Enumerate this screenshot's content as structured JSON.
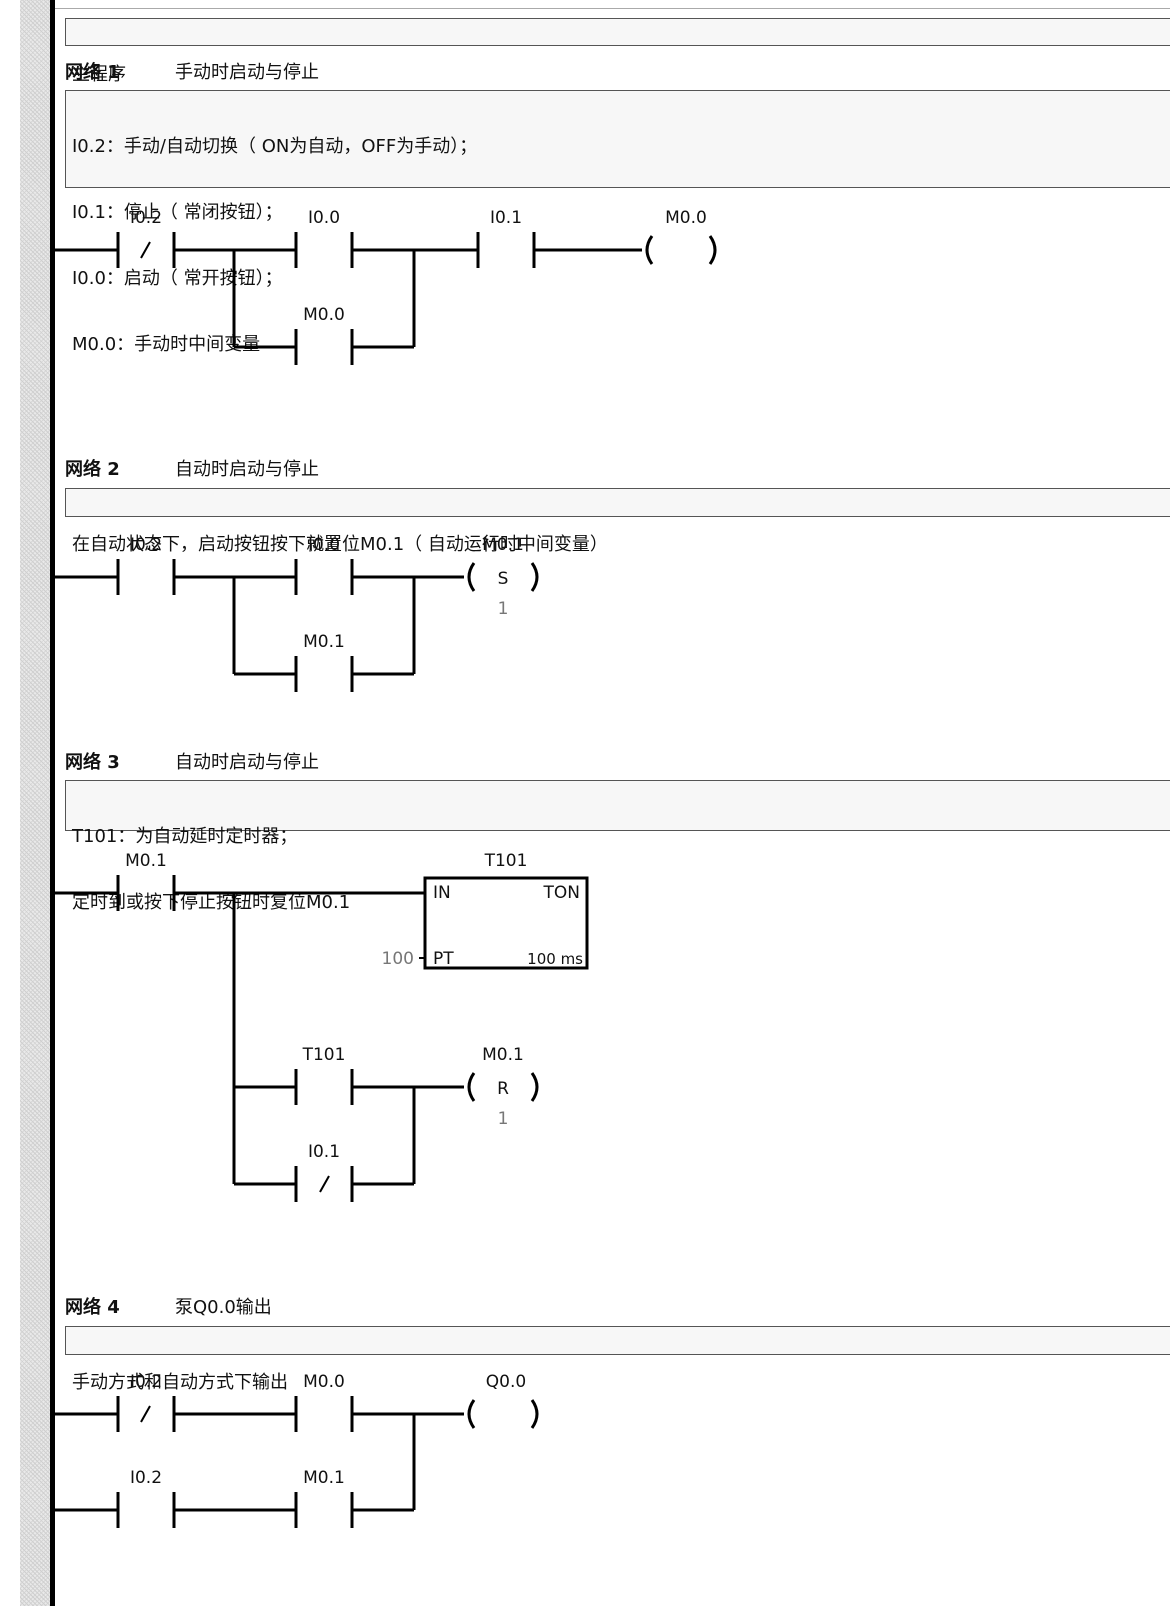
{
  "program_title": "主程序",
  "networks": [
    {
      "number_label": "网络 1",
      "title": "手动时启动与停止",
      "comment_lines": [
        "I0.2：手动/自动切换（ ON为自动，OFF为手动）；",
        "I0.1：停止（ 常闭按钮）；",
        "I0.0：启动（ 常开按钮）；",
        "M0.0：手动时中间变量"
      ],
      "elements": {
        "c1": "I0.2",
        "c2": "I0.0",
        "c3": "I0.1",
        "c4": "M0.0",
        "coil": "M0.0"
      }
    },
    {
      "number_label": "网络 2",
      "title": "自动时启动与停止",
      "comment_lines": [
        "在自动状态下，启动按钮按下就置位M0.1（ 自动运行时中间变量）"
      ],
      "elements": {
        "c1": "I0.2",
        "c2": "I0.0",
        "c3": "M0.1",
        "coil": "M0.1",
        "coil_type": "S",
        "coil_count": "1"
      }
    },
    {
      "number_label": "网络 3",
      "title": "自动时启动与停止",
      "comment_lines": [
        "T101：为自动延时定时器；",
        "定时到或按下停止按钮时复位M0.1"
      ],
      "elements": {
        "c1": "M0.1",
        "timer_name": "T101",
        "timer_type": "TON",
        "timer_in": "IN",
        "timer_pt": "PT",
        "timer_base": "100 ms",
        "timer_preset": "100",
        "c2": "T101",
        "c3": "I0.1",
        "coil": "M0.1",
        "coil_type": "R",
        "coil_count": "1"
      }
    },
    {
      "number_label": "网络 4",
      "title": "泵Q0.0输出",
      "comment_lines": [
        "手动方式和自动方式下输出"
      ],
      "elements": {
        "c1": "I0.2",
        "c2": "M0.0",
        "c3": "I0.2",
        "c4": "M0.1",
        "coil": "Q0.0"
      }
    }
  ]
}
